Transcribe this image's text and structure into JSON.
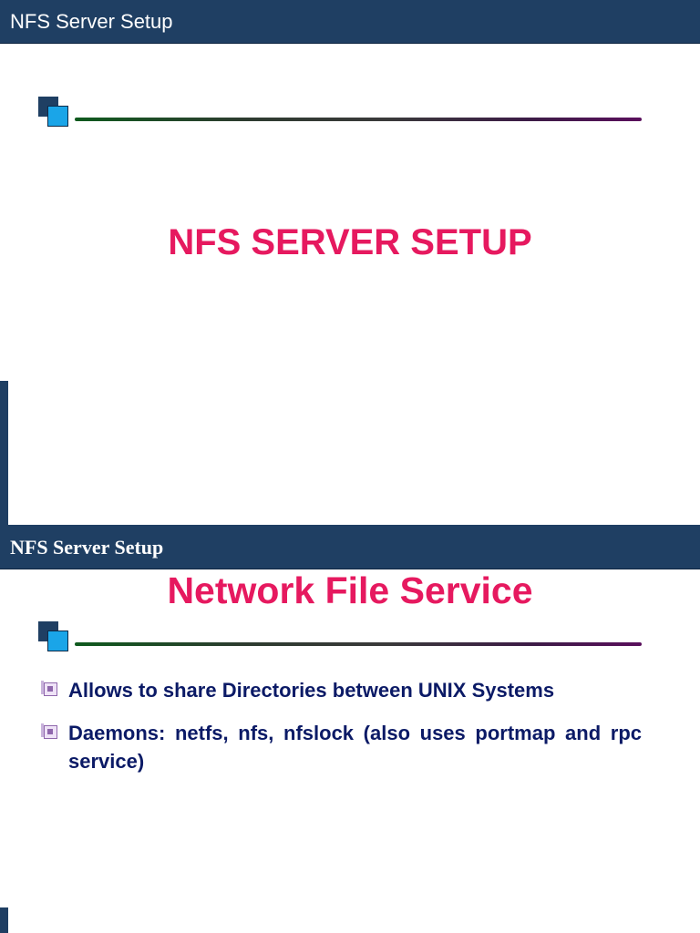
{
  "slide1": {
    "header_title": "NFS Server Setup",
    "main_title": "NFS SERVER SETUP"
  },
  "slide2": {
    "header_title": "NFS Server Setup",
    "main_title": "Network File Service",
    "bullets": [
      "Allows to share Directories between UNIX Systems",
      "Daemons: netfs, nfs, nfslock (also uses portmap and rpc service)"
    ]
  },
  "colors": {
    "header_bg": "#1f3f63",
    "title_red": "#e6195f",
    "bullet_text": "#0b1a66",
    "logo_light": "#1aa5e8"
  },
  "icons": [
    "logo-squares-icon",
    "bullet-icon"
  ]
}
